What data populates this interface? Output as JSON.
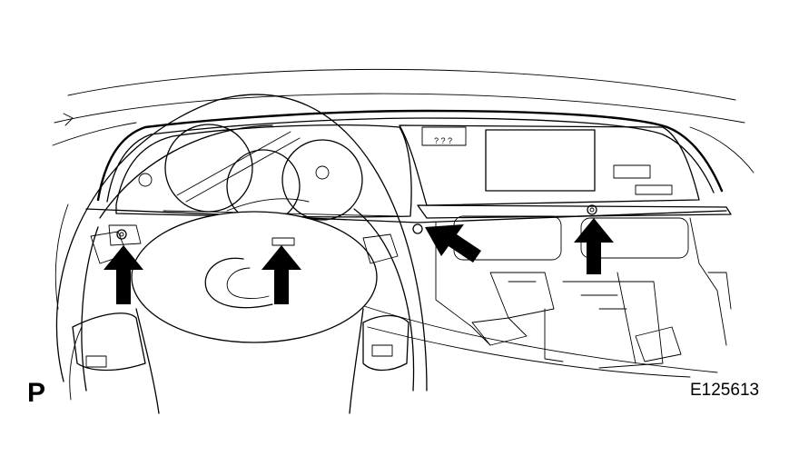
{
  "view_letter": "P",
  "figure_code": "E125613",
  "arrows": [
    {
      "name": "arrow-left-lower-bolt",
      "points_to": "left-lower-bolt"
    },
    {
      "name": "arrow-center-clip",
      "points_to": "center-clip"
    },
    {
      "name": "arrow-right-side-clip",
      "points_to": "right-side-clip"
    },
    {
      "name": "arrow-center-panel-bolt",
      "points_to": "center-panel-bolt"
    }
  ]
}
